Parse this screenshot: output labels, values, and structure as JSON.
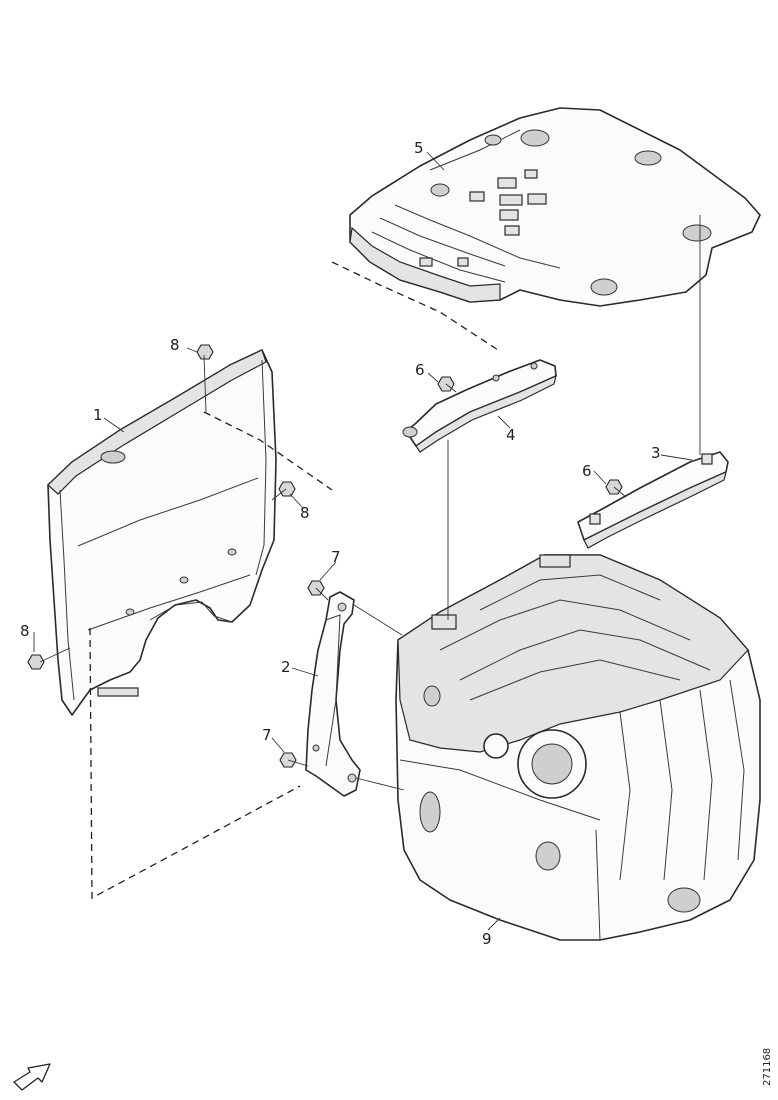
{
  "diagram": {
    "callouts": {
      "c1": "1",
      "c2": "2",
      "c3": "3",
      "c4": "4",
      "c5": "5",
      "c6a": "6",
      "c6b": "6",
      "c7a": "7",
      "c7b": "7",
      "c8a": "8",
      "c8b": "8",
      "c8c": "8",
      "c9": "9"
    },
    "reference_code": "271168"
  }
}
